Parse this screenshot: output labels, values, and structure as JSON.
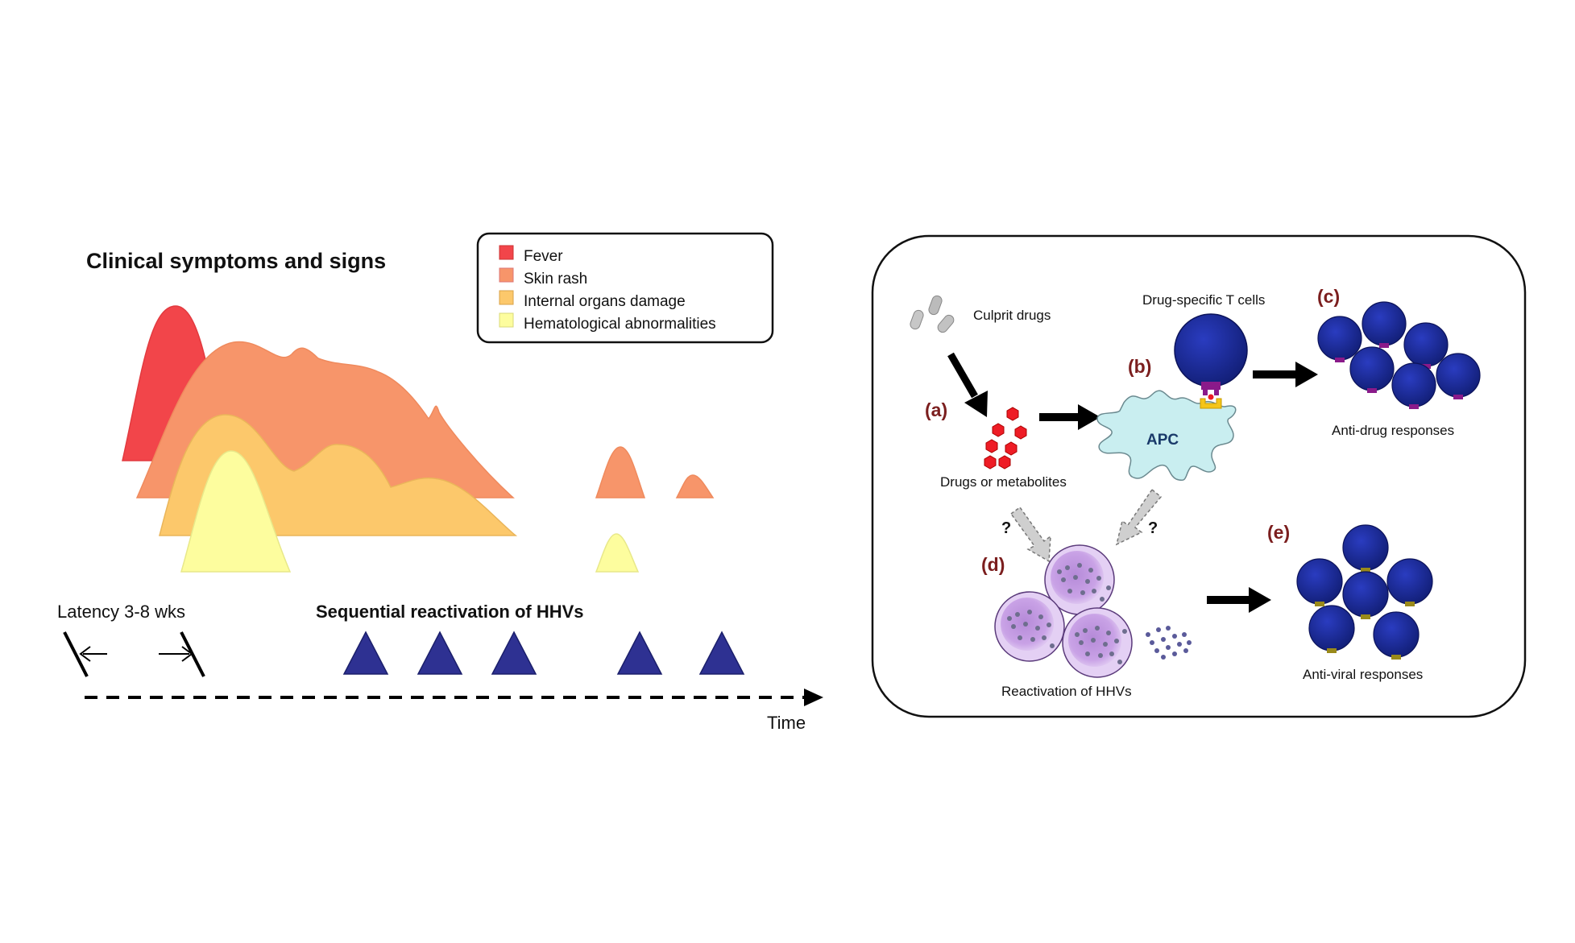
{
  "left": {
    "title": "Clinical symptoms and signs",
    "legend": [
      {
        "label": "Fever",
        "color": "#f2454a"
      },
      {
        "label": "Skin rash",
        "color": "#f7956a"
      },
      {
        "label": "Internal organs damage",
        "color": "#fcc86b"
      },
      {
        "label": "Hematological abnormalities",
        "color": "#fdfd9e"
      }
    ],
    "latency_label": "Latency 3-8 wks",
    "reactivation_label": "Sequential reactivation of HHVs",
    "time_label": "Time",
    "triangle_color": "#2e3192"
  },
  "right": {
    "culprit_drugs": "Culprit drugs",
    "drug_specific_t_cells": "Drug-specific T cells",
    "drugs_or_metabolites": "Drugs or metabolites",
    "apc": "APC",
    "anti_drug_responses": "Anti-drug responses",
    "reactivation_of_hhvs": "Reactivation of HHVs",
    "anti_viral_responses": "Anti-viral responses",
    "question_mark": "?",
    "label_a": "(a)",
    "label_b": "(b)",
    "label_c": "(c)",
    "label_d": "(d)",
    "label_e": "(e)",
    "step_label_color": "#7b1e1e",
    "t_cell_color": "#1f2fa0",
    "drug_color": "#ee1c25",
    "infected_cell_color": "#c9a2e6",
    "apc_color": "#c9eef0"
  }
}
